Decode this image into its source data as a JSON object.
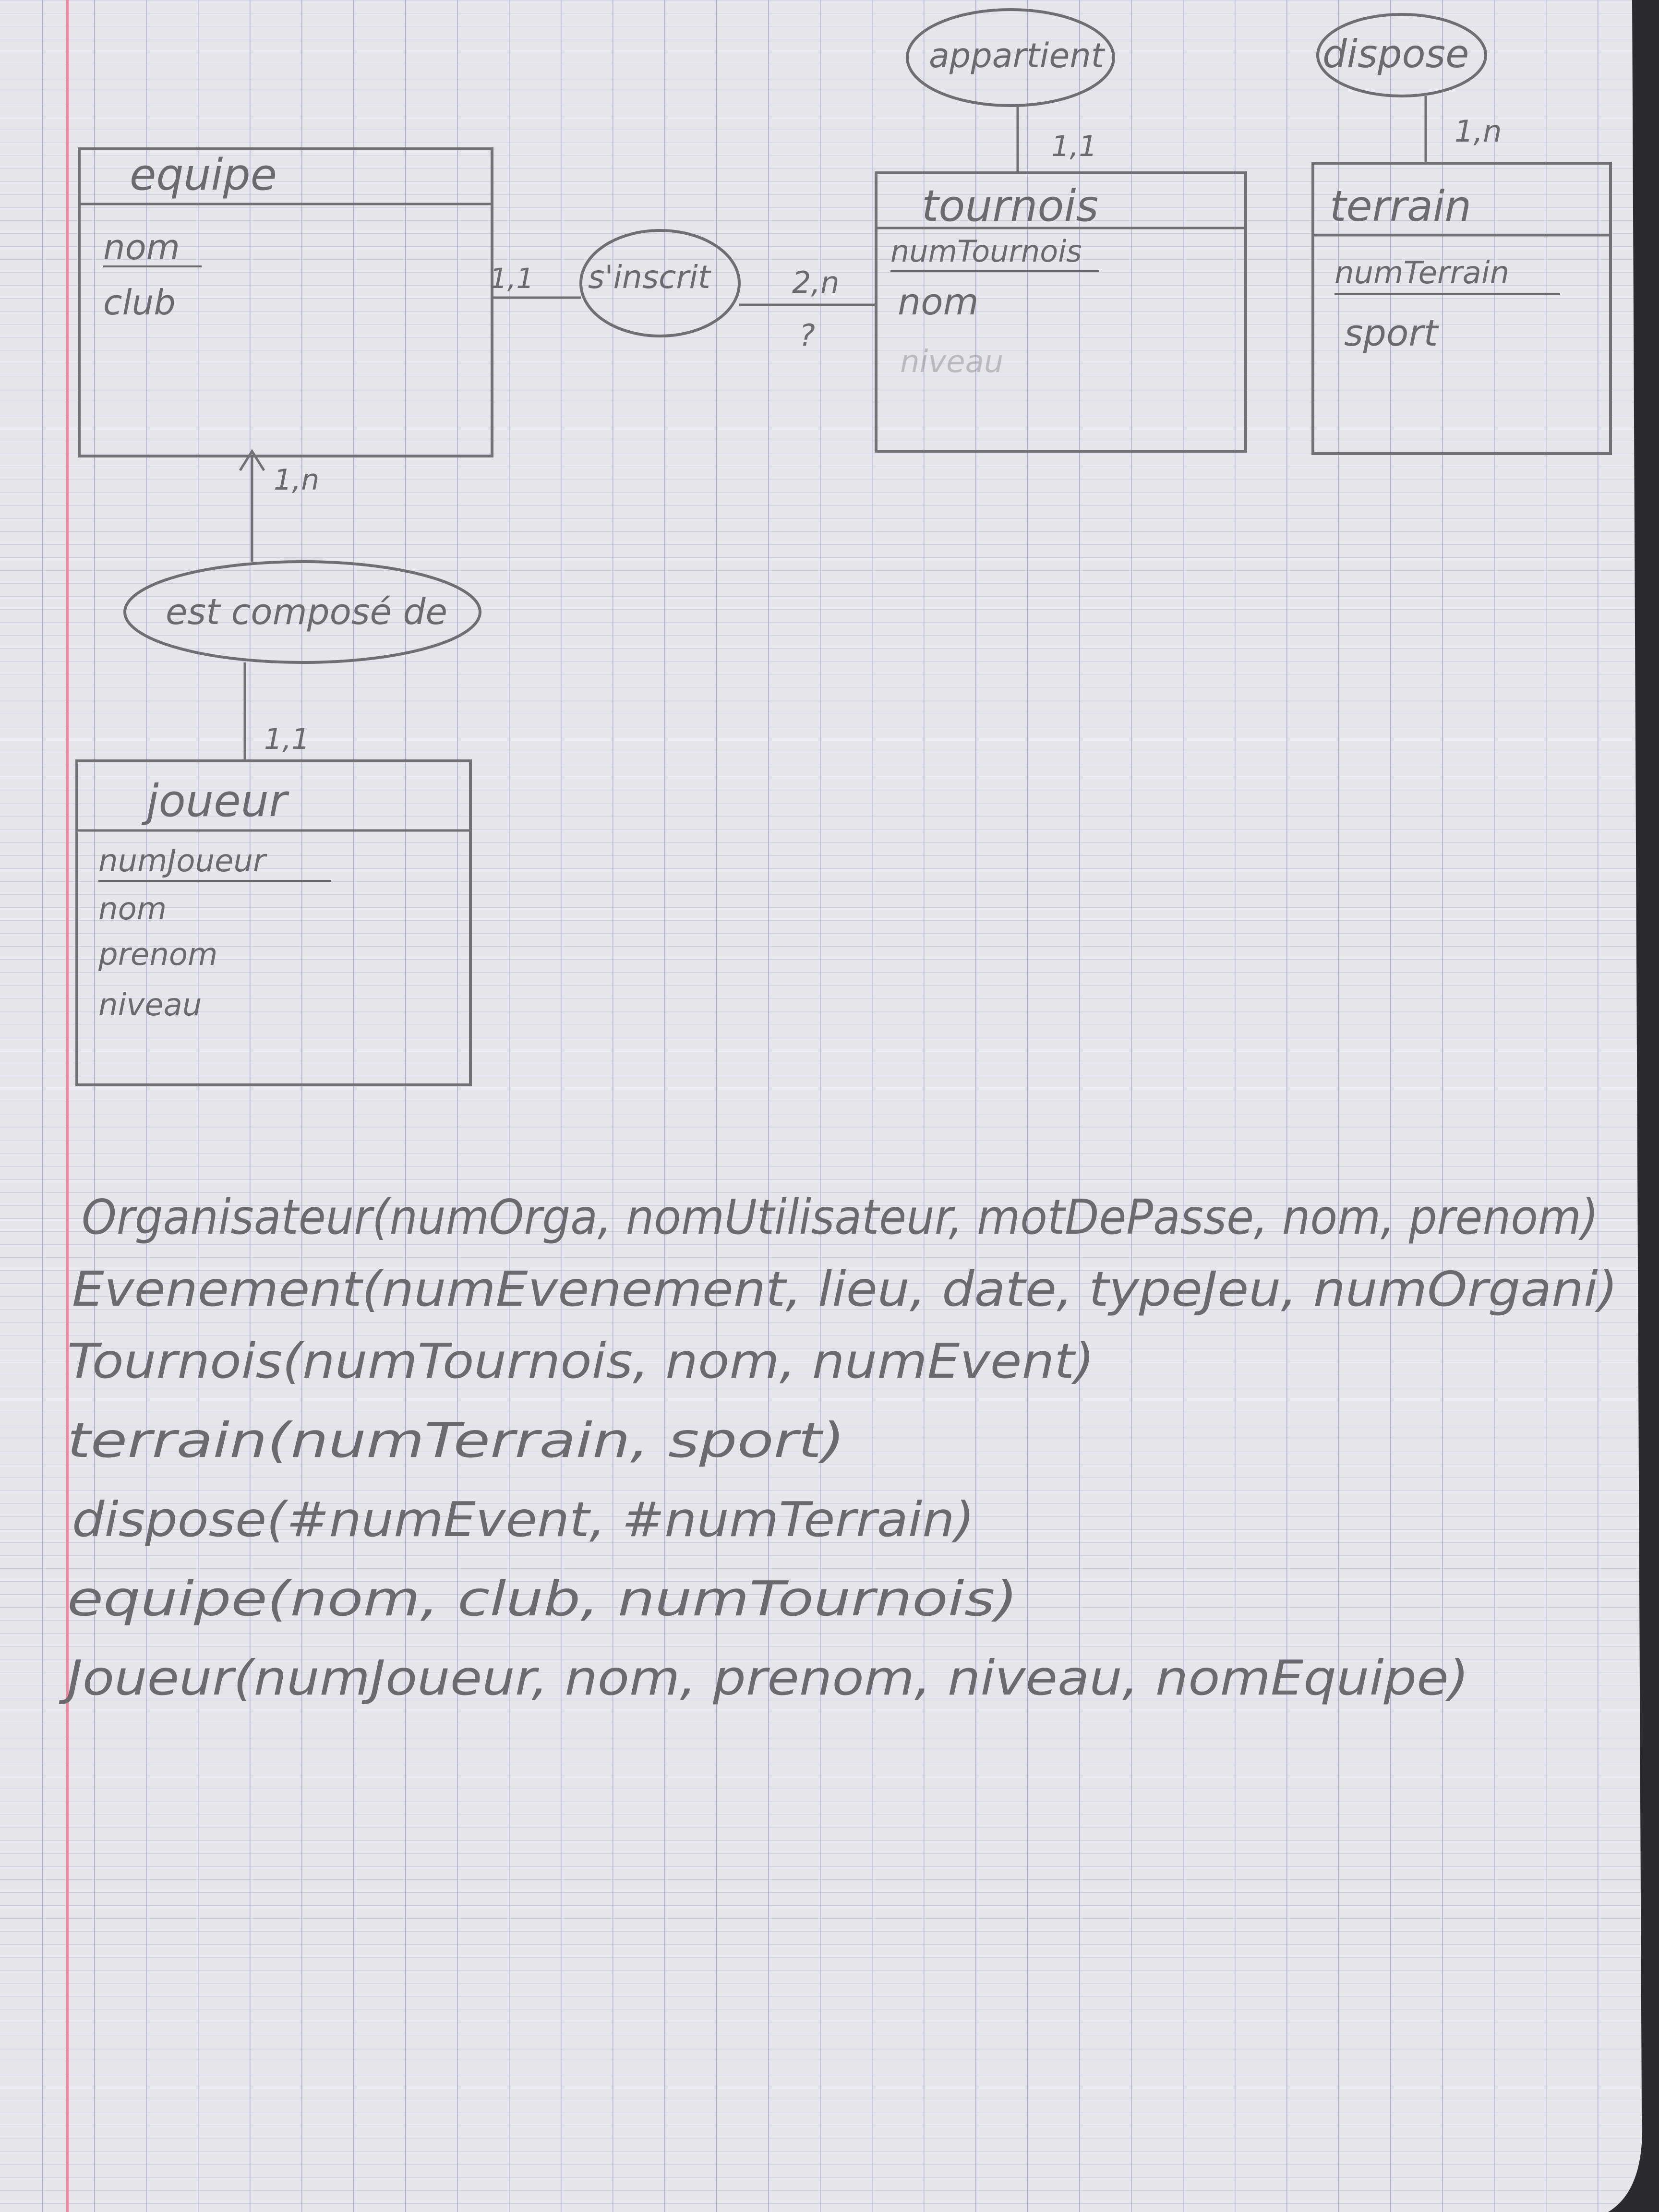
{
  "diagram": {
    "entities": {
      "equipe": {
        "title": "equipe",
        "attributes": [
          "nom",
          "club"
        ]
      },
      "tournois": {
        "title": "tournois",
        "attributes": [
          "numTournois",
          "nom",
          "niveau"
        ]
      },
      "terrain": {
        "title": "terrain",
        "attributes": [
          "numTerrain",
          "sport"
        ]
      },
      "joueur": {
        "title": "joueur",
        "attributes": [
          "numJoueur",
          "nom",
          "prenom",
          "niveau"
        ]
      }
    },
    "relations": {
      "appartient": {
        "label": "appartient",
        "card_tournois": "1,1"
      },
      "dispose": {
        "label": "dispose",
        "card_terrain": "1,n"
      },
      "sinscrit": {
        "label": "s'inscrit",
        "card_equipe": "1,1",
        "card_tournois": "2,n",
        "note": "?"
      },
      "estcompose": {
        "label": "est composé de",
        "card_equipe": "1,n",
        "card_joueur": "1,1"
      }
    }
  },
  "schema": [
    "Organisateur(numOrga, nomUtilisateur, motDePasse, nom, prenom)",
    "Evenement(numEvenement, lieu, date, typeJeu, numOrgani)",
    "Tournois(numTournois, nom, numEvent)",
    "terrain(numTerrain, sport)",
    "dispose(#numEvent, #numTerrain)",
    "equipe(nom, club, numTournois)",
    "Joueur(numJoueur, nom, prenom, niveau, nomEquipe)"
  ],
  "colors": {
    "paper": "#e6e5e9",
    "grid": "#b9bfd8",
    "margin": "#ec8aa6",
    "pencil": "#6b6b6f"
  }
}
